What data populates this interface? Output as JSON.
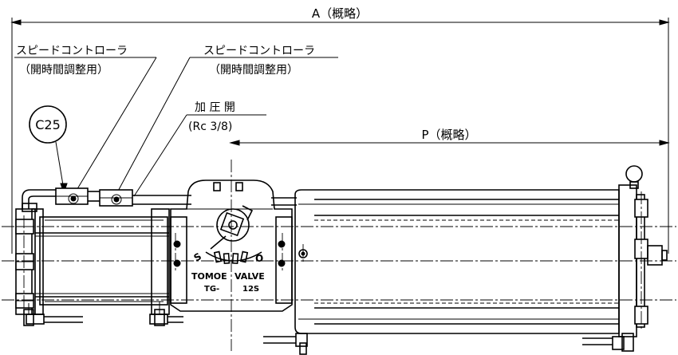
{
  "labels": {
    "dim_a": "A（概略）",
    "dim_p": "P（概略）",
    "speed_controller_left": "スピードコントローラ",
    "speed_controller_left_note": "（開時間調整用）",
    "speed_controller_right": "スピードコントローラ",
    "speed_controller_right_note": "（開時間調整用）",
    "pressure_port": "加 圧 開",
    "pressure_port_size": "(Rc 3/8)",
    "bubble": "C25",
    "maker_1": "TOMOE",
    "maker_2": "VALVE",
    "model_1": "TG-",
    "model_2": "12S",
    "scale_s": "S",
    "scale_o": "O"
  }
}
